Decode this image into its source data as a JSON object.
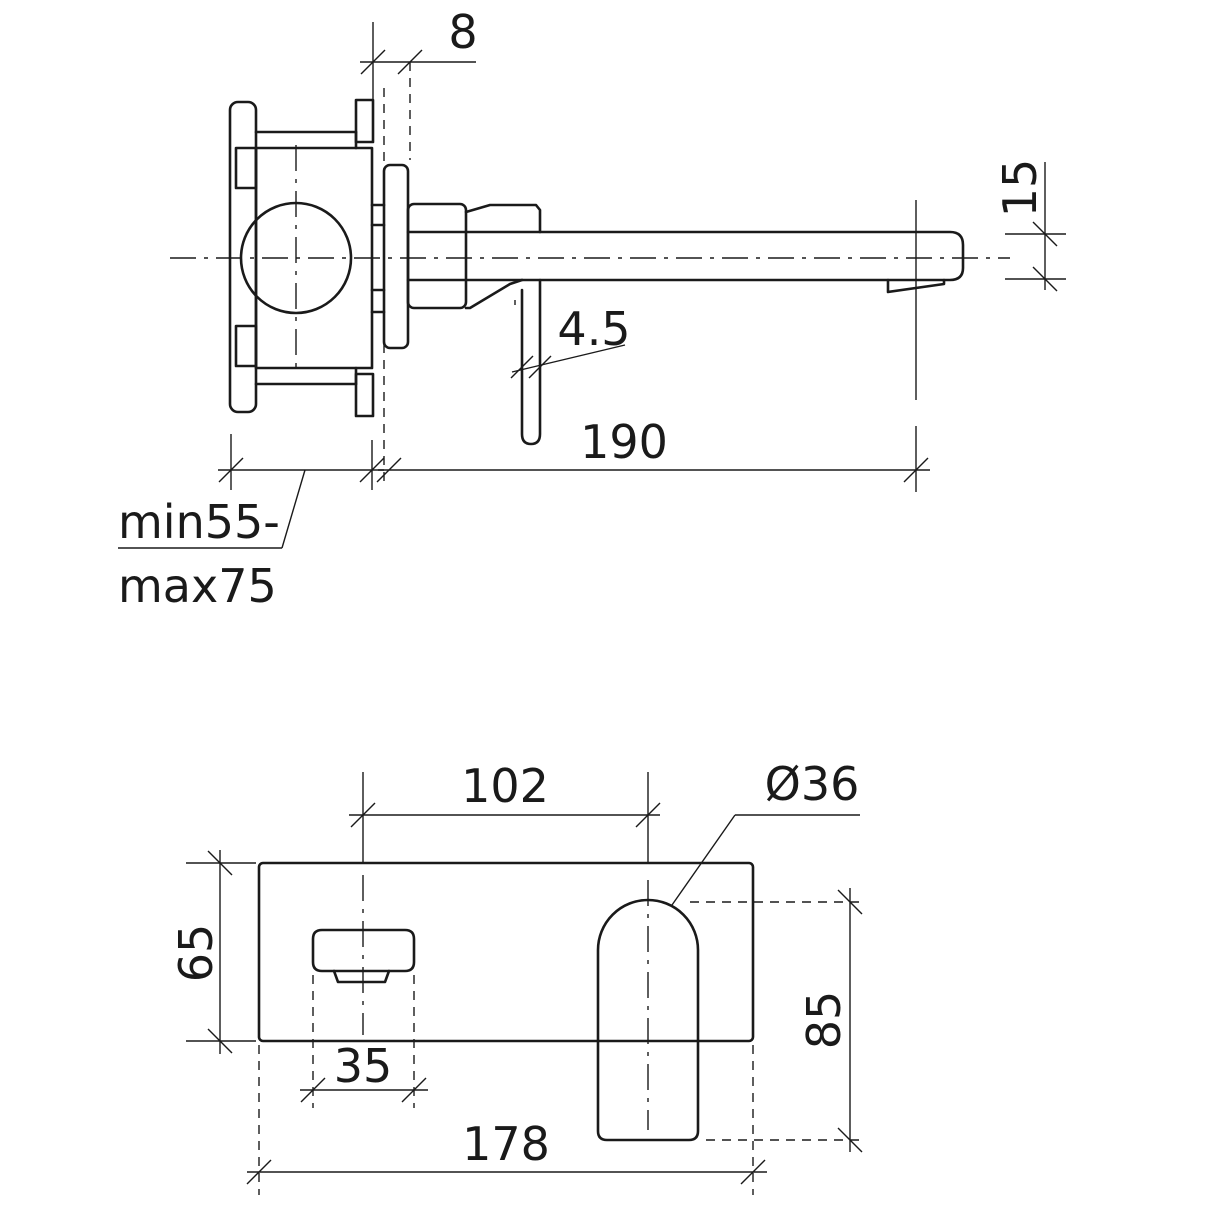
{
  "side_view": {
    "dim_flange": "8",
    "dim_outlet_height": "15",
    "dim_cover_thickness": "4.5",
    "dim_projection": "190",
    "dim_install_depth_line1": "min55-",
    "dim_install_depth_line2": "max75"
  },
  "front_view": {
    "dim_center_distance": "102",
    "dim_handle_diameter": "Ø36",
    "dim_plate_height": "65",
    "dim_handle_drop": "85",
    "dim_outlet_offset": "35",
    "dim_plate_width": "178"
  }
}
